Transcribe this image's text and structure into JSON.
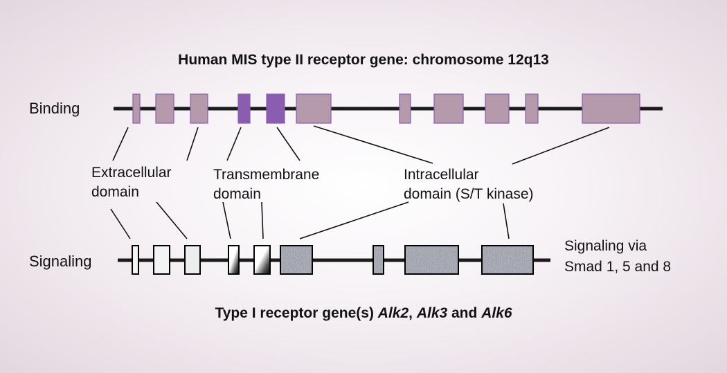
{
  "title": "Human MIS type II receptor gene: chromosome 12q13",
  "top_gene_label": "Binding",
  "bottom_gene_label": "Signaling",
  "domain_labels": {
    "extracellular": [
      "Extracellular",
      "domain"
    ],
    "transmembrane": [
      "Transmembrane",
      "domain"
    ],
    "intracellular": [
      "Intracellular",
      "domain (S/T kinase)"
    ]
  },
  "signaling_note": [
    "Signaling via",
    "Smad 1, 5 and 8"
  ],
  "caption": {
    "prefix": "Type I receptor gene(s) ",
    "gene1": "Alk2",
    "sep1": ", ",
    "gene2": "Alk3",
    "sep2": " and ",
    "gene3": "Alk6"
  },
  "colors": {
    "type2_exon": "#b49aaa",
    "type2_transmembrane_exon": "#8a5db0",
    "type2_exon_border": "#8a5db0",
    "gene_line": "#1a1a1a",
    "type1_kinase_exon": "#9da1aa",
    "type1_extracellular_exon": "#eceeee",
    "type1_transmembrane_exon": "#000000"
  }
}
